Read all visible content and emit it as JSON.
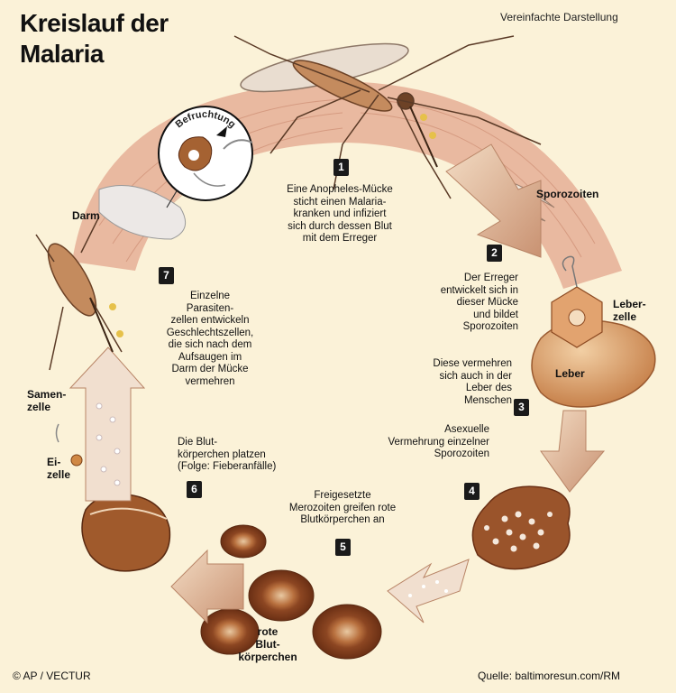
{
  "title_line1": "Kreislauf der",
  "title_line2": "Malaria",
  "subtitle": "Vereinfachte Darstellung",
  "steps": [
    {
      "num": "1",
      "text": [
        "Eine Anopheles-Mücke",
        "sticht einen Malaria-",
        "kranken und infiziert",
        "sich durch dessen Blut",
        "mit dem Erreger"
      ]
    },
    {
      "num": "2",
      "text": [
        "Der Erreger",
        "entwickelt sich in",
        "dieser Mücke",
        "und bildet",
        "Sporozoiten"
      ]
    },
    {
      "num": "3",
      "text": [
        "Diese vermehren",
        "sich auch in der",
        "Leber des",
        "Menschen"
      ]
    },
    {
      "num": "4",
      "text": [
        "Asexuelle",
        "Vermehrung einzelner",
        "Sporozoiten"
      ]
    },
    {
      "num": "5",
      "text": [
        "Freigesetzte",
        "Merozoiten greifen rote",
        "Blutkörperchen an"
      ]
    },
    {
      "num": "6",
      "text": [
        "Die Blut-",
        "körperchen platzen",
        "(Folge: Fieberanfälle)"
      ]
    },
    {
      "num": "7",
      "text": [
        "Einzelne",
        "Parasiten-",
        "zellen entwickeln",
        "Geschlechtszellen,",
        "die sich nach dem",
        "Aufsaugen im",
        "Darm der Mücke",
        "vermehren"
      ]
    }
  ],
  "labels": {
    "befruchtung": "Befruchtung",
    "darm": "Darm",
    "sporozoiten": "Sporozoiten",
    "leberzelle": [
      "Leber-",
      "zelle"
    ],
    "leber": "Leber",
    "samenzelle": [
      "Samen-",
      "zelle"
    ],
    "eizelle": [
      "Ei-",
      "zelle"
    ],
    "rote_blutkoerperchen": [
      "rote",
      "Blut-",
      "körperchen"
    ]
  },
  "credit": "© AP / VECTUR",
  "source": "Quelle: baltimoresun.com/RM"
}
